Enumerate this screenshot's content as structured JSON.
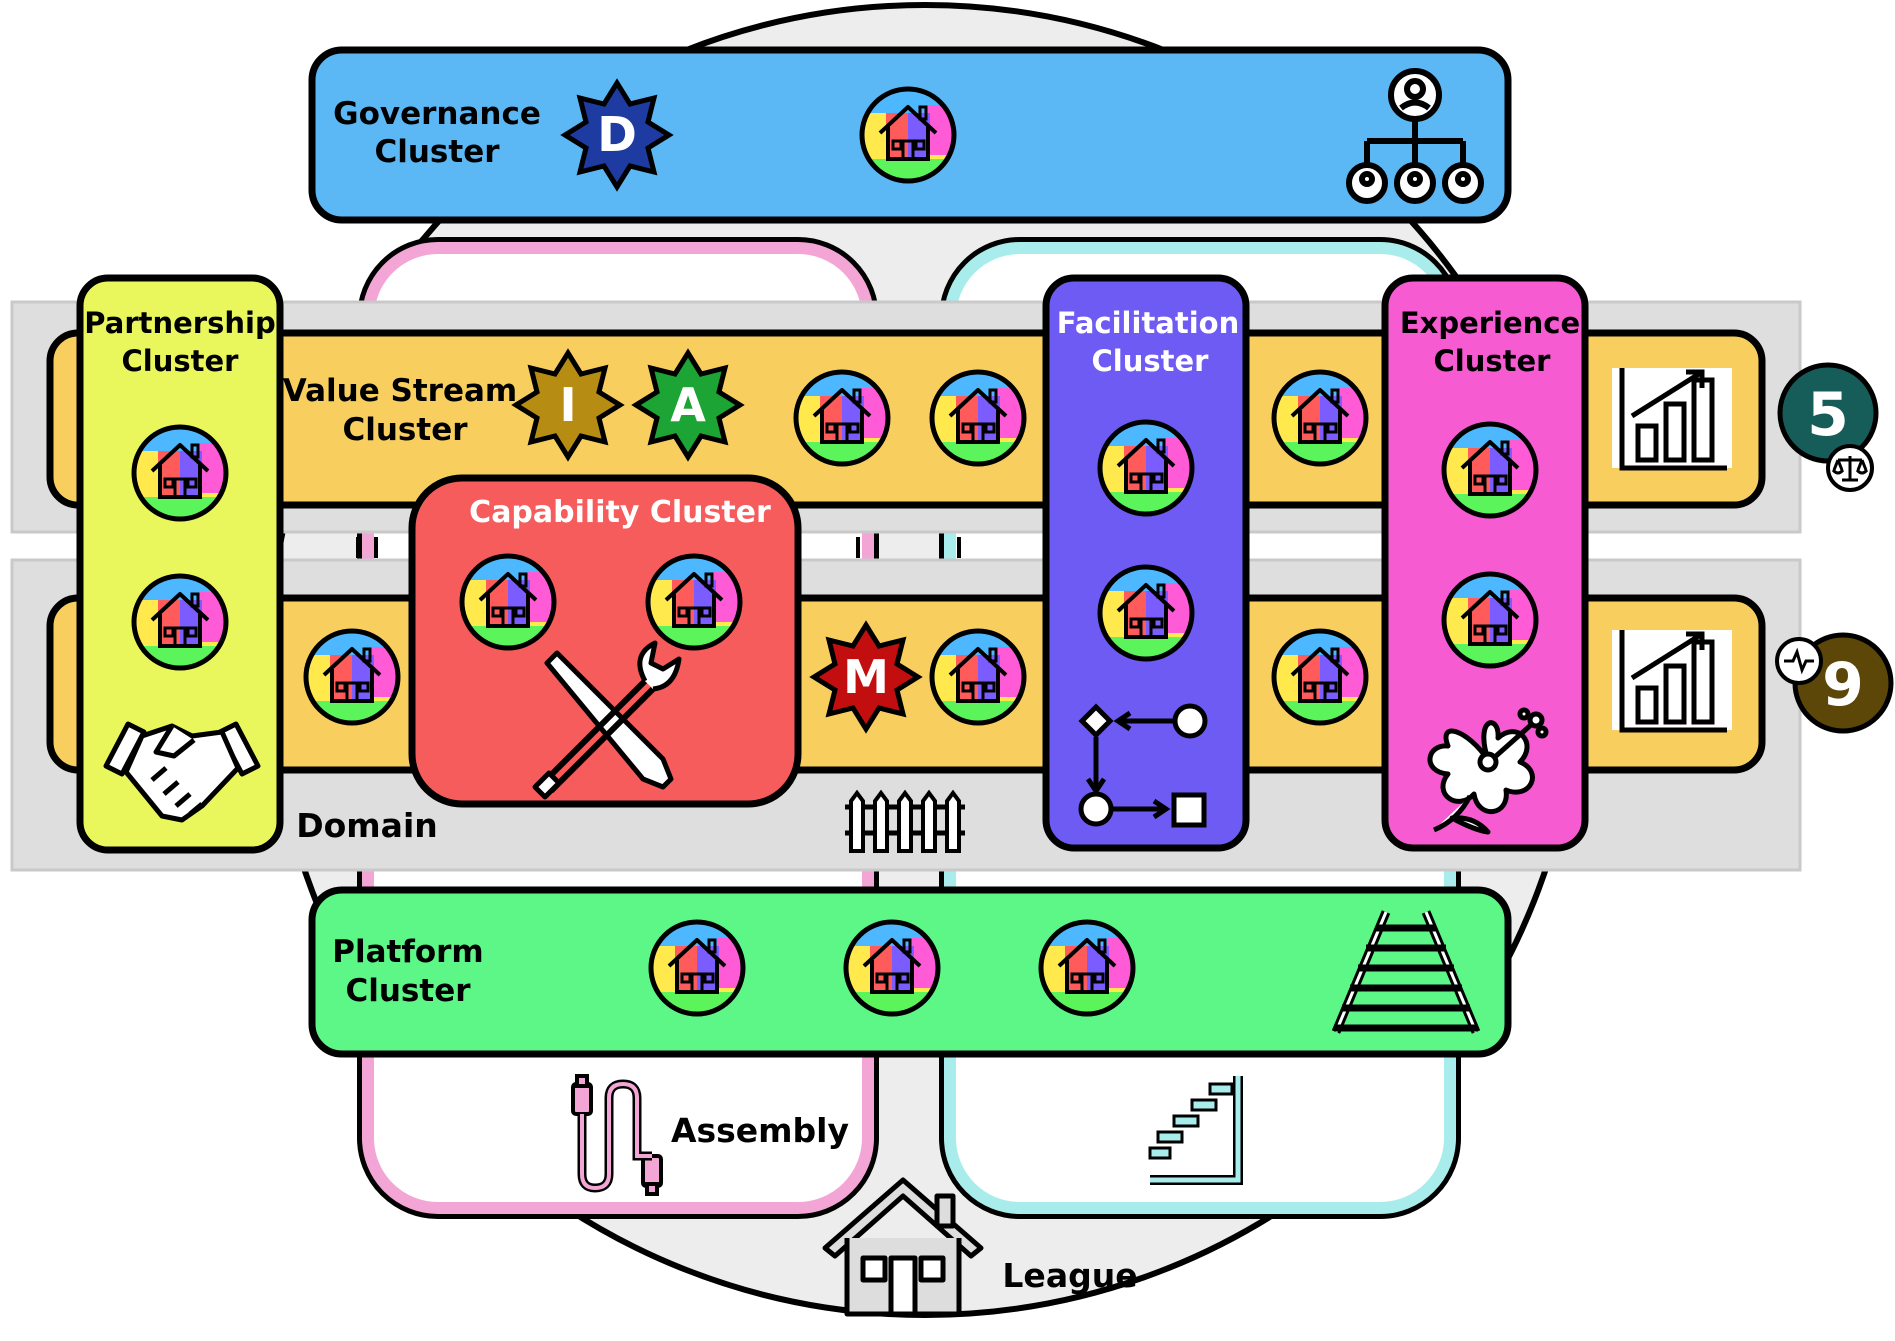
{
  "labels": {
    "governance": [
      "Governance",
      "Cluster"
    ],
    "value_stream": [
      "Value Stream",
      "Cluster"
    ],
    "partnership": [
      "Partnership",
      "Cluster"
    ],
    "capability": "Capability Cluster",
    "facilitation": [
      "Facilitation",
      "Cluster"
    ],
    "experience": [
      "Experience",
      "Cluster"
    ],
    "platform": [
      "Platform",
      "Cluster"
    ],
    "domain": "Domain",
    "assembly": "Assembly",
    "league": "League"
  },
  "badges": {
    "governance": "D",
    "value_stream_1": "I",
    "value_stream_2": "A",
    "domain_row": "M"
  },
  "side_numbers": {
    "top": "5",
    "bottom": "9"
  },
  "colors": {
    "governance": "#5bb8f5",
    "value_stream": "#f8cf5f",
    "partnership": "#eaf75c",
    "capability": "#f65c5c",
    "facilitation": "#6e5bf4",
    "experience": "#f65bd1",
    "platform": "#5cf787",
    "domain_band": "#dedede",
    "circle": "#ededed",
    "assembly": "#f3a6d6",
    "league_lane": "#a9ecec",
    "badge_d": "#1d3ba0",
    "badge_i": "#b68d12",
    "badge_a": "#1ca434",
    "badge_m": "#c20e0e",
    "number_5": "#165c58",
    "number_9": "#5c4708"
  }
}
